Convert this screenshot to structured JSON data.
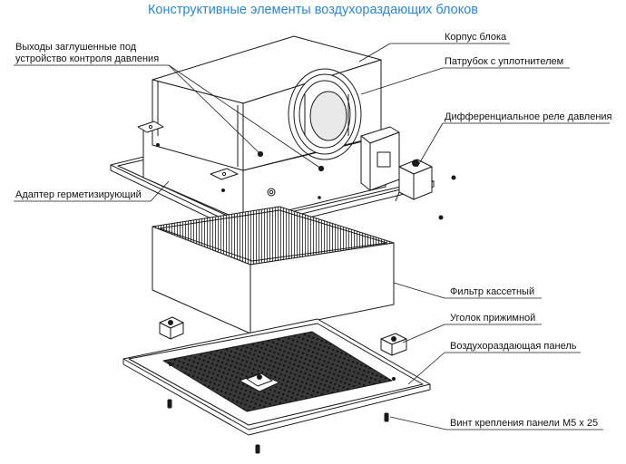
{
  "title": "Конструктивные элементы воздухораздающих блоков",
  "labels": {
    "outlets_line1": "Выходы заглушенные под",
    "outlets_line2": "устройство контроля давления",
    "body": "Корпус блока",
    "spigot": "Патрубок с уплотнителем",
    "relay": "Дифференциальное реле давления",
    "adapter": "Адаптер герметизирующий",
    "filter": "Фильтр кассетный",
    "bracket": "Уголок прижимной",
    "panel": "Воздухораздающая панель",
    "screw": "Винт крепления панели М5 x 25"
  },
  "colors": {
    "title": "#2f86c4",
    "line": "#1a1a1a",
    "filter_pleats": "#4a4a4a",
    "grille": "#2b2b2b"
  }
}
